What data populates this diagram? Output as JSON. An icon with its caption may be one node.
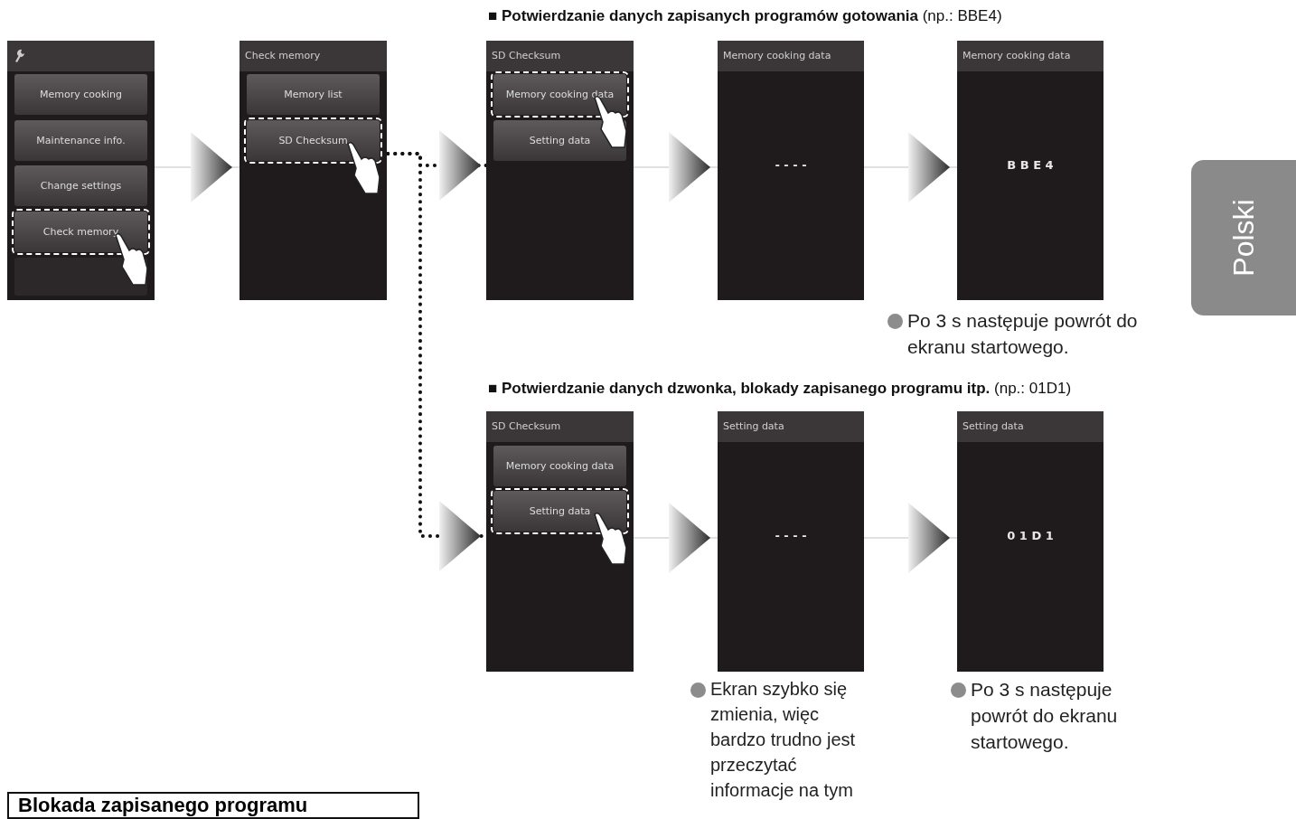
{
  "diagram": {
    "nodes": [
      {
        "text": [],
        "shape": "box"
      },
      {
        "text": [
          "Memory cooking"
        ],
        "in": 0
      },
      {
        "text": [
          "Maintenance info."
        ],
        "in": 0
      },
      {
        "text": [
          "Change settings"
        ],
        "in": 0
      },
      {
        "text": [
          "Check memory"
        ],
        "in": 0
      },
      {
        "text": [
          "Check memory"
        ]
      },
      {
        "text": [
          "Memory list"
        ],
        "in": 5
      },
      {
        "text": [
          "SD Checksum"
        ],
        "in": 5
      },
      {
        "text": [
          "SD Checksum"
        ]
      },
      {
        "text": [
          "Memory cooking data"
        ],
        "in": 8
      },
      {
        "text": [
          "Setting data"
        ],
        "in": 8
      },
      {
        "text": [
          "Memory cooking data",
          "- - - -"
        ]
      },
      {
        "text": [
          "Memory cooking data",
          "B B E 4"
        ],
        "beside": [
          "Po 3 s następuje powrót do ekranu startowego."
        ]
      },
      {
        "text": [
          "SD Checksum"
        ]
      },
      {
        "text": [
          "Memory cooking data"
        ],
        "in": 13
      },
      {
        "text": [
          "Setting data"
        ],
        "in": 13
      },
      {
        "text": [
          "Setting data",
          "- - - -"
        ],
        "beside": [
          "Ekran szybko się zmienia, więc bardzo trudno jest przeczytać informacje na tym"
        ]
      },
      {
        "text": [
          "Setting data",
          "0 1 D 1"
        ],
        "beside": [
          "Po 3 s następuje powrót do ekranu startowego."
        ]
      },
      {
        "text": [
          "Polski"
        ]
      },
      {
        "text": [
          "Blokada zapisanego programu"
        ]
      }
    ],
    "edges": [
      {
        "from": 0,
        "to": 5,
        "arrow": "to"
      },
      {
        "from": 7,
        "to": 8,
        "arrow": "to",
        "style": "dashed",
        "color": "#111111"
      },
      {
        "from": 7,
        "to": 13,
        "arrow": "to",
        "style": "dashed",
        "color": "#111111"
      },
      {
        "from": 8,
        "to": 11,
        "arrow": "to"
      },
      {
        "from": 11,
        "to": 12,
        "arrow": "to"
      },
      {
        "from": 13,
        "to": 16,
        "arrow": "to"
      },
      {
        "from": 16,
        "to": 17,
        "arrow": "to"
      }
    ],
    "labels": [
      "**■ Potwierdzanie danych zapisanych programów gotowania** (np.: BBE4)",
      "**■ Potwierdzanie danych dzwonka, blokady zapisanego programu itp.** (np.: 01D1)"
    ]
  }
}
